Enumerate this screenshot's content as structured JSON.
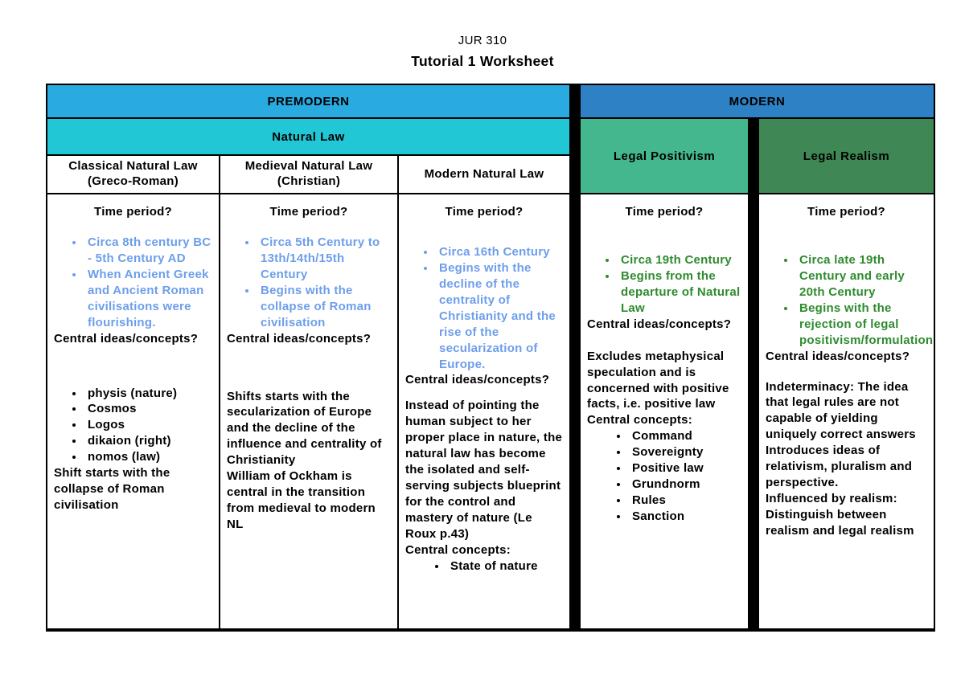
{
  "page": {
    "title": "JUR 310",
    "subtitle": "Tutorial 1 Worksheet"
  },
  "table": {
    "era_headers": {
      "premodern": "PREMODERN",
      "modern": "MODERN"
    },
    "premodern_school": "Natural Law",
    "modern_schools": [
      "Legal Positivism",
      "Legal Realism"
    ],
    "sub_headers": [
      "Classical Natural Law (Greco-Roman)",
      "Medieval Natural Law (Christian)",
      "Modern Natural Law"
    ],
    "labels": {
      "time_period": "Time period?",
      "central_ideas": "Central ideas/concepts?"
    },
    "columns": [
      {
        "name": "Classical Natural Law (Greco-Roman)",
        "time_bullets": [
          "Circa 8th century BC - 5th Century AD",
          "When Ancient Greek and Ancient Roman civilisations were flourishing."
        ],
        "concept_bullets": [
          "physis (nature)",
          "Cosmos",
          "Logos",
          "dikaion (right)",
          "nomos (law)"
        ],
        "paragraphs": [
          "Shift starts with the collapse of Roman civilisation"
        ]
      },
      {
        "name": "Medieval Natural Law (Christian)",
        "time_bullets": [
          "Circa 5th Century to 13th/14th/15th Century",
          "Begins with the collapse of Roman civilisation"
        ],
        "paragraphs": [
          "Shifts starts with the secularization of Europe and the decline of the influence and centrality of Christianity",
          "William of Ockham is central in the transition from medieval to modern NL"
        ]
      },
      {
        "name": "Modern Natural Law",
        "time_bullets": [
          "Circa 16th Century",
          "Begins with the decline of the centrality of Christianity and the rise of the secularization of Europe."
        ],
        "paragraphs": [
          "Instead of pointing the human subject to her proper place in nature, the natural law has become the isolated and self-serving subjects blueprint for the control and mastery of nature (Le Roux p.43)"
        ],
        "concepts_label": "Central concepts:",
        "concepts_list": [
          "State of nature"
        ]
      },
      {
        "name": "Legal Positivism",
        "time_bullets": [
          "Circa 19th Century",
          "Begins from the departure of Natural Law"
        ],
        "paragraphs": [
          "Excludes metaphysical speculation and is concerned with positive facts, i.e. positive law"
        ],
        "concepts_label": "Central concepts:",
        "concepts_list": [
          "Command",
          "Sovereignty",
          "Positive law",
          "Grundnorm",
          "Rules",
          "Sanction"
        ]
      },
      {
        "name": "Legal Realism",
        "time_bullets": [
          "Circa late 19th Century and early 20th Century",
          "Begins with the rejection of legal positivism/formulation"
        ],
        "paragraphs": [
          "Indeterminacy: The idea that legal rules are not capable of yielding uniquely correct answers",
          "Introduces ideas of relativism, pluralism and perspective.",
          "Influenced by realism: Distinguish between realism and legal realism"
        ]
      }
    ],
    "colors": {
      "premodern_bg": "#29abe2",
      "modern_bg": "#2e81c4",
      "natural_law_bg": "#22c7d6",
      "legal_positivism_bg": "#45b78f",
      "legal_realism_bg": "#3f8855",
      "time_text_premodern": "#6d9eeb",
      "time_text_modern": "#2e8b2e",
      "divider": "#000000"
    }
  }
}
